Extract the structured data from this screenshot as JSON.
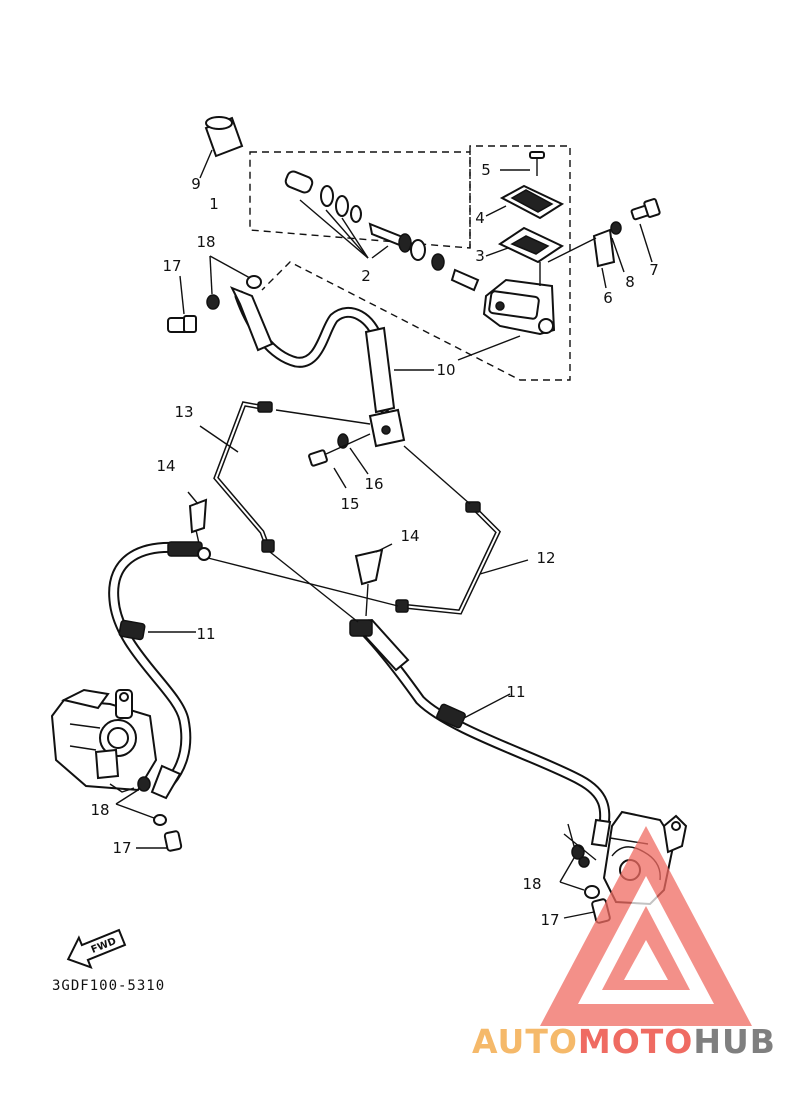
{
  "callouts": {
    "c1": "1",
    "c2": "2",
    "c3": "3",
    "c4": "4",
    "c5": "5",
    "c6": "6",
    "c7": "7",
    "c8": "8",
    "c9": "9",
    "c10": "10",
    "c11a": "11",
    "c11b": "11",
    "c12": "12",
    "c13": "13",
    "c14a": "14",
    "c14b": "14",
    "c15": "15",
    "c16": "16",
    "c17a": "17",
    "c17b": "17",
    "c17c": "17",
    "c18a": "18",
    "c18b": "18",
    "c18c": "18"
  },
  "fwd_label": "FWD",
  "diagram_code": "3GDF100-5310",
  "watermark": {
    "brand_part1": "AUTO",
    "brand_part2": "MOTO",
    "brand_part3": "HUB",
    "color_orange": "#f5b96a",
    "color_red": "#ef6b62",
    "color_gray": "#7f7f7f"
  }
}
